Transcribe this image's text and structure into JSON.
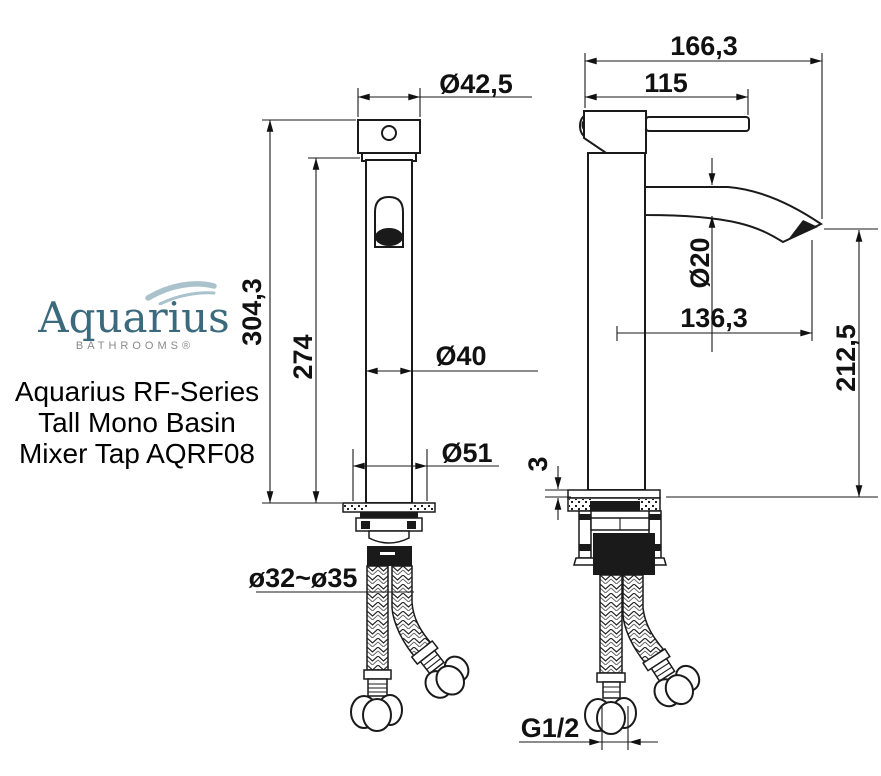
{
  "brand": {
    "name": "Aquarius",
    "tagline": "BATHROOMS®"
  },
  "product_title": {
    "line1": "Aquarius RF-Series",
    "line2": "Tall Mono Basin",
    "line3": "Mixer Tap AQRF08"
  },
  "front_view": {
    "cap_diameter": "Ø42,5",
    "overall_height": "304,3",
    "body_height": "274",
    "body_diameter": "Ø40",
    "base_diameter": "Ø51",
    "mounting_hole_range": "ø32~ø35"
  },
  "side_view": {
    "overall_depth": "166,3",
    "handle_length": "115",
    "spout_tube_diameter": "Ø20",
    "spout_reach": "136,3",
    "spout_height": "212,5",
    "base_plate_thickness": "3",
    "connector_thread": "G1/2"
  },
  "colors": {
    "brand_text": "#3c6a7d",
    "brand_wave": "#a9c2cc",
    "tagline": "#8a8a8a",
    "drawing_line": "#1a1a1a"
  }
}
